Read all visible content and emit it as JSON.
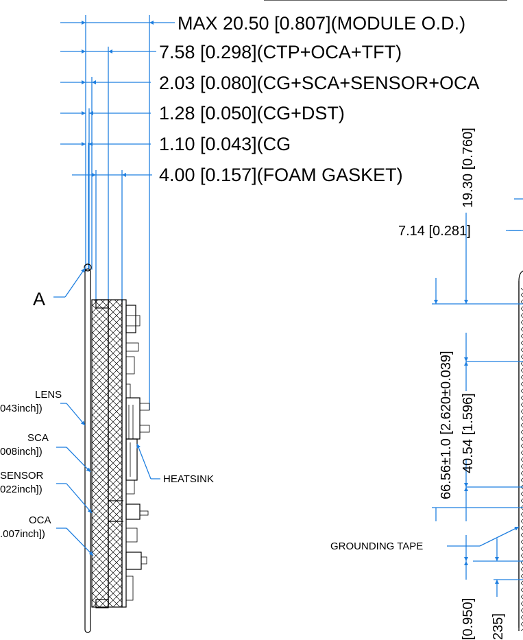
{
  "dimensions_top": {
    "max_od": "MAX 20.50 [0.807](MODULE O.D.)",
    "ctp_oca_tft": "7.58 [0.298](CTP+OCA+TFT)",
    "cg_sca_sensor": "2.03 [0.080](CG+SCA+SENSOR+OCA",
    "cg_dst": "1.28 [0.050](CG+DST)",
    "cg": "1.10 [0.043](CG",
    "foam": "4.00 [0.157](FOAM GASKET)"
  },
  "detail_label": "A",
  "callouts_left": {
    "lens_title": "LENS",
    "lens_sub": "043inch])",
    "sca_title": "SCA",
    "sca_sub": "008inch])",
    "sensor_title": "SENSOR",
    "sensor_sub": "022inch])",
    "oca_title": "OCA",
    "oca_sub": ".007inch])"
  },
  "heatsink_label": "HEATSINK",
  "right_dims": {
    "d_1930": "19.30 [0.760]",
    "d_714": "7.14 [0.281]",
    "d_6656": "66.56±1.0 [2.620±0.039]",
    "d_4054": "40.54 [1.596]",
    "d_0950": "[0.950]",
    "d_235": "235]"
  },
  "grounding_tape": "GROUNDING TAPE"
}
